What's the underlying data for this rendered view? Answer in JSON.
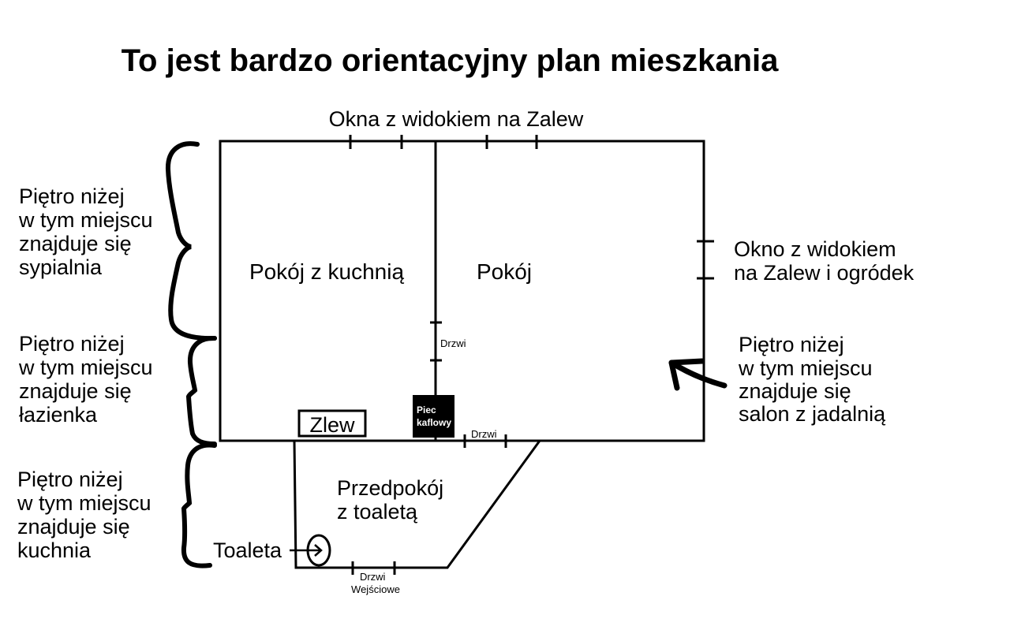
{
  "title": "To jest bardzo orientacyjny plan mieszkania",
  "top_windows_label": "Okna z widokiem na  Zalew",
  "right_window_label": [
    "Okno z widokiem",
    "na   Zalew i ogródek"
  ],
  "rooms": {
    "kitchen_room": "Pokój z kuchnią",
    "room": "Pokój",
    "hallway": [
      "Przedpokój",
      "z toaletą"
    ]
  },
  "labels": {
    "door_inner": "Drzwi",
    "door_bottom": "Drzwi",
    "entrance_door": [
      "Drzwi",
      "Wejściowe"
    ],
    "sink": "Zlew",
    "stove": [
      "Piec",
      "kaflowy"
    ],
    "toilet": "Toaleta"
  },
  "below_notes": {
    "bedroom": [
      "Piętro niżej",
      "w tym miejscu",
      "znajduje się",
      "sypialnia"
    ],
    "bathroom": [
      "Piętro niżej",
      "w tym miejscu",
      "znajduje się",
      "łazienka"
    ],
    "kitchen": [
      "Piętro niżej",
      "w tym miejscu",
      "znajduje się",
      "kuchnia"
    ],
    "living": [
      "Piętro niżej",
      "w tym miejscu",
      "znajduje się",
      "salon z jadalnią"
    ]
  }
}
